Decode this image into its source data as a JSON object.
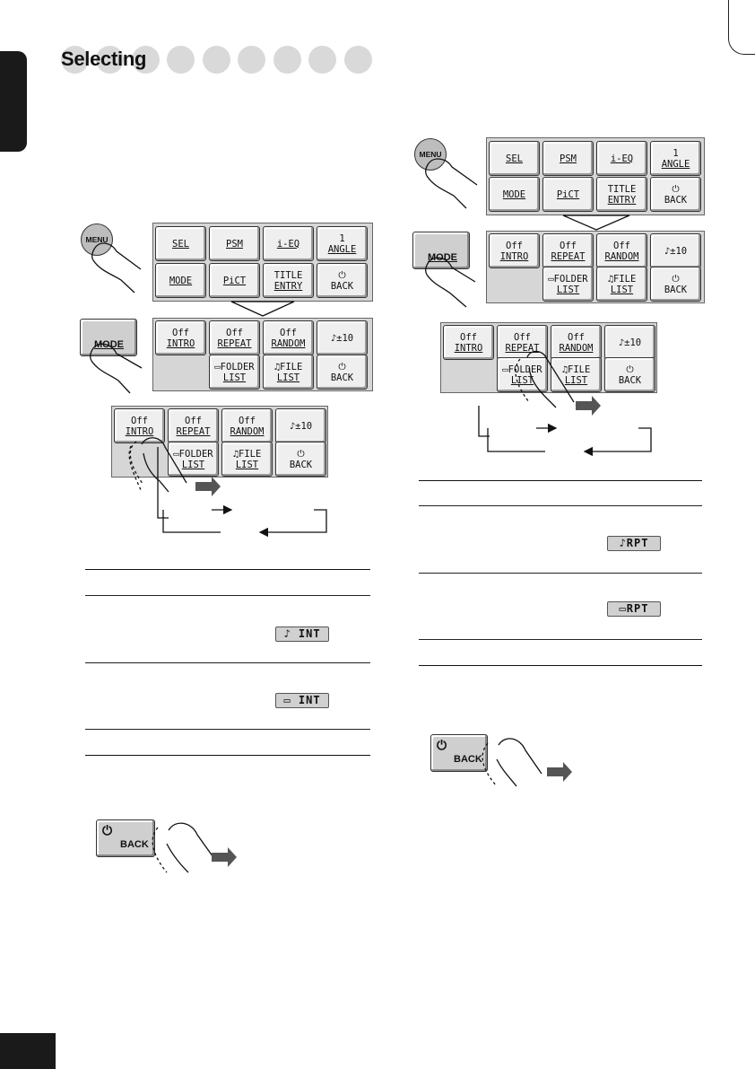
{
  "header": {
    "title": "Selecting"
  },
  "menu_button_label": "MENU",
  "mode_button_label": "MODE",
  "back_button_label": "BACK",
  "menu_screen": {
    "keys": [
      {
        "l1": "SEL",
        "l2": ""
      },
      {
        "l1": "PSM",
        "l2": ""
      },
      {
        "l1": "i-EQ",
        "l2": ""
      },
      {
        "l1": "1",
        "l2": "ANGLE"
      },
      {
        "l1": "MODE",
        "l2": ""
      },
      {
        "l1": "PiCT",
        "l2": ""
      },
      {
        "l1": "TITLE",
        "l2": "ENTRY"
      },
      {
        "l1": "⏻",
        "l2": "BACK"
      }
    ]
  },
  "mode_screen": {
    "keys": [
      {
        "l1": "Off",
        "l2": "INTRO"
      },
      {
        "l1": "Off",
        "l2": "REPEAT"
      },
      {
        "l1": "Off",
        "l2": "RANDOM"
      },
      {
        "l1": "♪±10",
        "l2": ""
      },
      {
        "l1": "",
        "l2": ""
      },
      {
        "l1": "▭FOLDER",
        "l2": "LIST"
      },
      {
        "l1": "♫FILE",
        "l2": "LIST"
      },
      {
        "l1": "⏻",
        "l2": "BACK"
      }
    ]
  },
  "indicators": {
    "track_intro": "♪ INT",
    "folder_intro": "▭ INT",
    "track_repeat": "♪RPT",
    "folder_repeat": "▭RPT"
  },
  "colors": {
    "panel": "#d6d6d6",
    "key": "#efefef",
    "side_tab": "#1a1a1a",
    "dot": "#d9d9d9"
  }
}
